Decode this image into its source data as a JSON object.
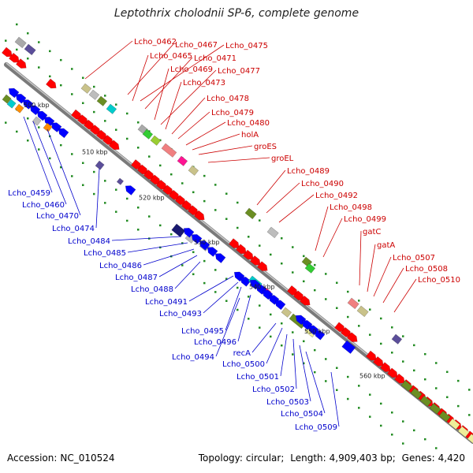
{
  "title": "Leptothrix cholodnii SP-6, complete genome",
  "accession": {
    "label": "Accession:",
    "value": "NC_010524"
  },
  "topology": {
    "label": "Topology:",
    "value": "circular"
  },
  "length": {
    "label": "Length:",
    "value": "4,909,403 bp"
  },
  "genes": {
    "label": "Genes:",
    "value": "4,420"
  },
  "colors": {
    "forward_label": "#cc0000",
    "reverse_label": "#0000cc",
    "forward_arrow": "#ff0000",
    "reverse_arrow": "#0000ff",
    "backbone": "#888888",
    "tick": "#228b22"
  },
  "scale_labels": [
    "500 kbp",
    "510 kbp",
    "520 kbp",
    "530 kbp",
    "540 kbp",
    "550 kbp",
    "560 kbp"
  ],
  "forward_genes": [
    "Lcho_0462",
    "Lcho_0467",
    "Lcho_0475",
    "Lcho_0465",
    "Lcho_0471",
    "Lcho_0469",
    "Lcho_0477",
    "Lcho_0473",
    "Lcho_0478",
    "Lcho_0479",
    "Lcho_0480",
    "holA",
    "groES",
    "groEL",
    "Lcho_0489",
    "Lcho_0490",
    "Lcho_0492",
    "Lcho_0498",
    "Lcho_0499",
    "gatC",
    "gatA",
    "Lcho_0507",
    "Lcho_0508",
    "Lcho_0510"
  ],
  "reverse_genes": [
    "Lcho_0459",
    "Lcho_0460",
    "Lcho_0470",
    "Lcho_0474",
    "Lcho_0484",
    "Lcho_0485",
    "Lcho_0486",
    "Lcho_0487",
    "Lcho_0488",
    "Lcho_0491",
    "Lcho_0493",
    "Lcho_0495",
    "Lcho_0496",
    "Lcho_0494",
    "recA",
    "Lcho_0500",
    "Lcho_0501",
    "Lcho_0502",
    "Lcho_0503",
    "Lcho_0504",
    "Lcho_0509"
  ]
}
